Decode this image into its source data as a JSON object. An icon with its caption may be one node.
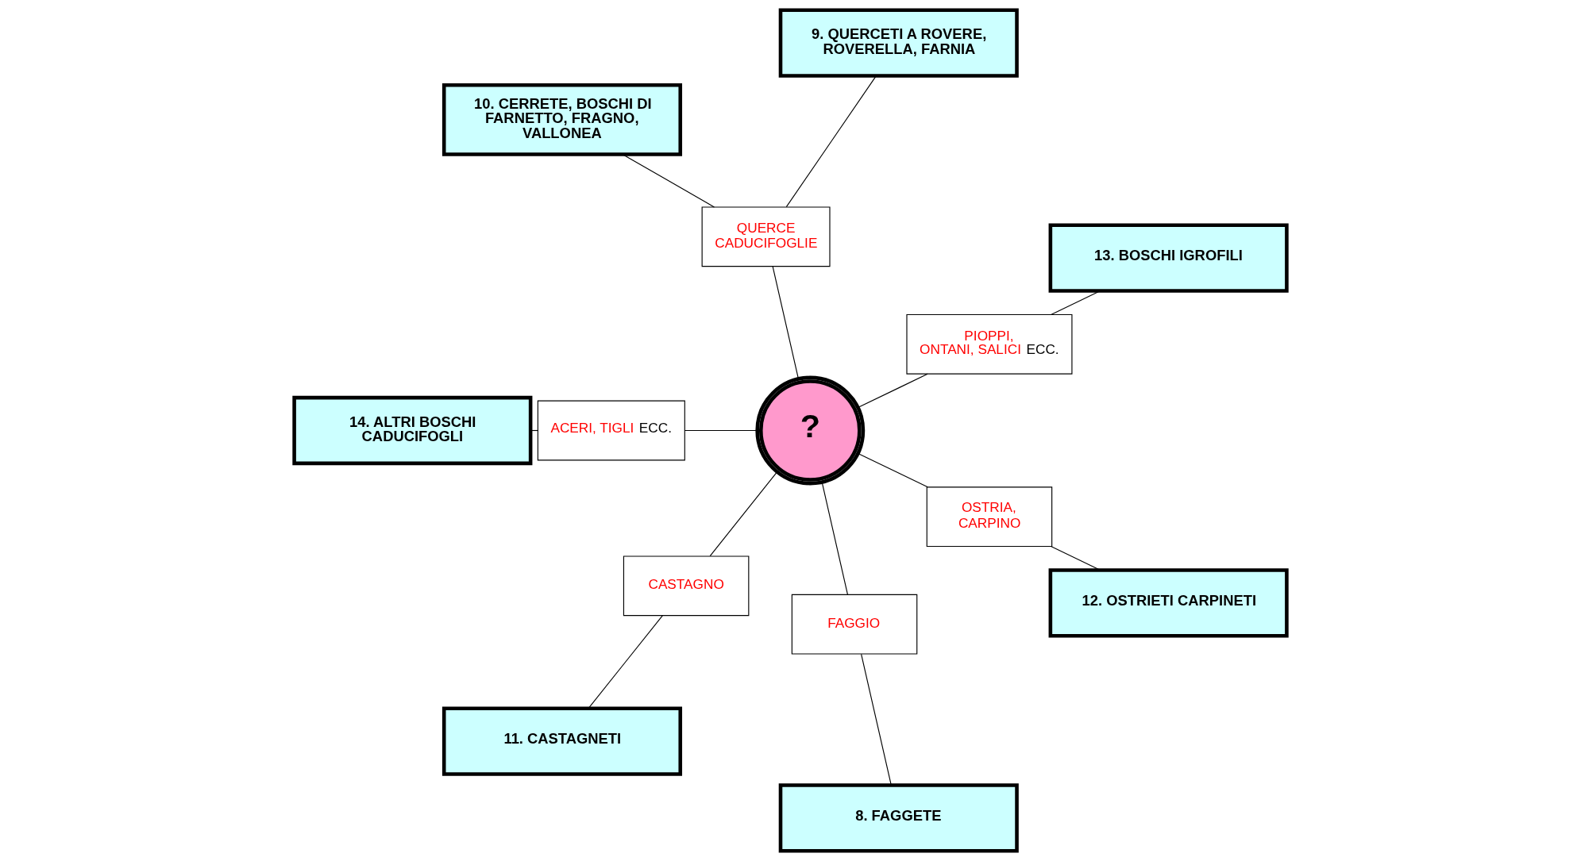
{
  "diagram": {
    "nodes": [
      {
        "text": [
          "11. CASTAGNETI"
        ]
      },
      {
        "text": [
          "8. FAGGETE"
        ]
      },
      {
        "text": [
          "CASTAGNO"
        ]
      },
      {
        "text": [
          "FAGGIO"
        ]
      },
      {
        "text": [
          "12. OSTRIETI CARPINETI"
        ]
      },
      {
        "text": [
          "OSTRIA, CARPINO"
        ]
      },
      {
        "text": [
          "?"
        ]
      },
      {
        "text": [
          "9. QUERCETI A ROVERE, ROVERELLA, FARNIA"
        ]
      },
      {
        "text": [
          "PIOPPI, ONTANI, SALICI",
          "ECC."
        ]
      },
      {
        "text": [
          "QUERCE CADUCIFOGLIE"
        ]
      },
      {
        "text": [
          "13. BOSCHI IGROFILI"
        ]
      },
      {
        "text": [
          "10. CERRETE, BOSCHI DI FARNETTO, FRAGNO, VALLONEA"
        ]
      },
      {
        "text": [
          "ACERI, TIGLI",
          "ECC."
        ]
      },
      {
        "text": [
          "14. ALTRI BOSCHI CADUCIFOGLI"
        ]
      }
    ],
    "edges": [
      {
        "from": 0,
        "to": 2,
        "arrow": "none"
      },
      {
        "from": 2,
        "to": 6,
        "arrow": "none"
      },
      {
        "from": 1,
        "to": 3,
        "arrow": "none"
      },
      {
        "from": 3,
        "to": 6,
        "arrow": "none"
      },
      {
        "from": 4,
        "to": 5,
        "arrow": "none"
      },
      {
        "from": 5,
        "to": 6,
        "arrow": "none"
      },
      {
        "from": 6,
        "to": 8,
        "arrow": "none"
      },
      {
        "from": 8,
        "to": 10,
        "arrow": "none"
      },
      {
        "from": 6,
        "to": 9,
        "arrow": "none"
      },
      {
        "from": 9,
        "to": 7,
        "arrow": "none"
      },
      {
        "from": 9,
        "to": 11,
        "arrow": "none"
      },
      {
        "from": 6,
        "to": 12,
        "arrow": "none"
      },
      {
        "from": 12,
        "to": 13,
        "arrow": "none"
      }
    ]
  }
}
